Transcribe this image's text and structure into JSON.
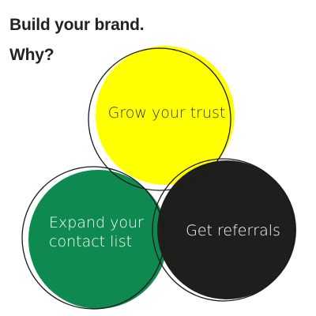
{
  "header": {
    "title": "Build your brand.",
    "subtitle": "Why?"
  },
  "diagram": {
    "circles": [
      {
        "label_lines": [
          "Grow your trust"
        ],
        "fill": "#ffff00",
        "text_color": "#333333"
      },
      {
        "label_lines": [
          "Expand your",
          "contact list"
        ],
        "fill": "#0e8a50",
        "text_color": "#ffffff"
      },
      {
        "label_lines": [
          "Get referrals"
        ],
        "fill": "#1e1e1c",
        "text_color": "#ffffff"
      }
    ],
    "outline_color": "#1a1a1a"
  }
}
